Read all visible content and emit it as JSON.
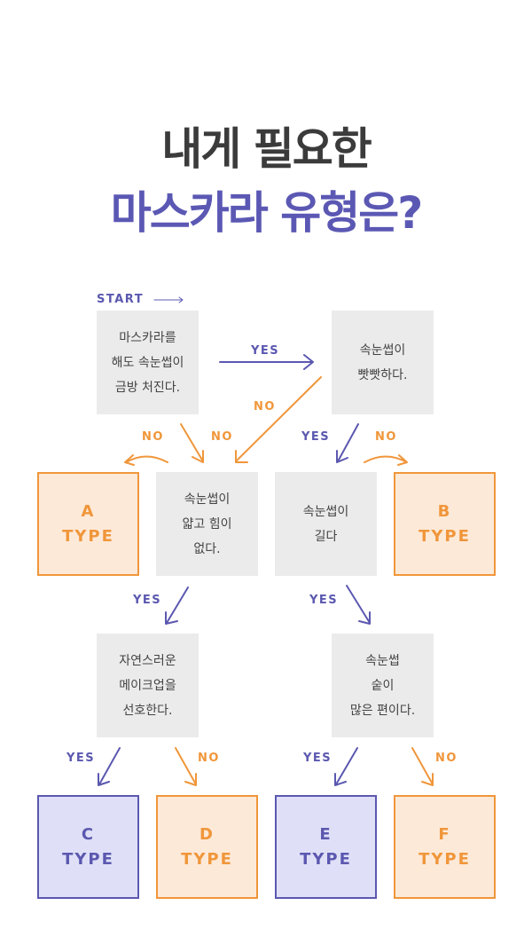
{
  "title": {
    "line1": "내게 필요한",
    "line2": "마스카라 유형은?"
  },
  "start_label": "START",
  "questions": {
    "q1": "마스카라를\n해도 속눈썹이\n금방 처진다.",
    "q2": "속눈썹이\n빳빳하다.",
    "q3": "속눈썹이\n얇고 힘이\n없다.",
    "q4": "속눈썹이\n길다",
    "q5": "자연스러운\n메이크업을\n선호한다.",
    "q6": "속눈썹\n숱이\n많은 편이다."
  },
  "results": [
    {
      "letter": "A",
      "type": "TYPE"
    },
    {
      "letter": "B",
      "type": "TYPE"
    },
    {
      "letter": "C",
      "type": "TYPE"
    },
    {
      "letter": "D",
      "type": "TYPE"
    },
    {
      "letter": "E",
      "type": "TYPE"
    },
    {
      "letter": "F",
      "type": "TYPE"
    }
  ],
  "labels": {
    "yes": "YES",
    "no": "NO"
  },
  "colors": {
    "orange": "#f0963a",
    "purple": "#5b58b0",
    "gray": "#ebebeb"
  }
}
